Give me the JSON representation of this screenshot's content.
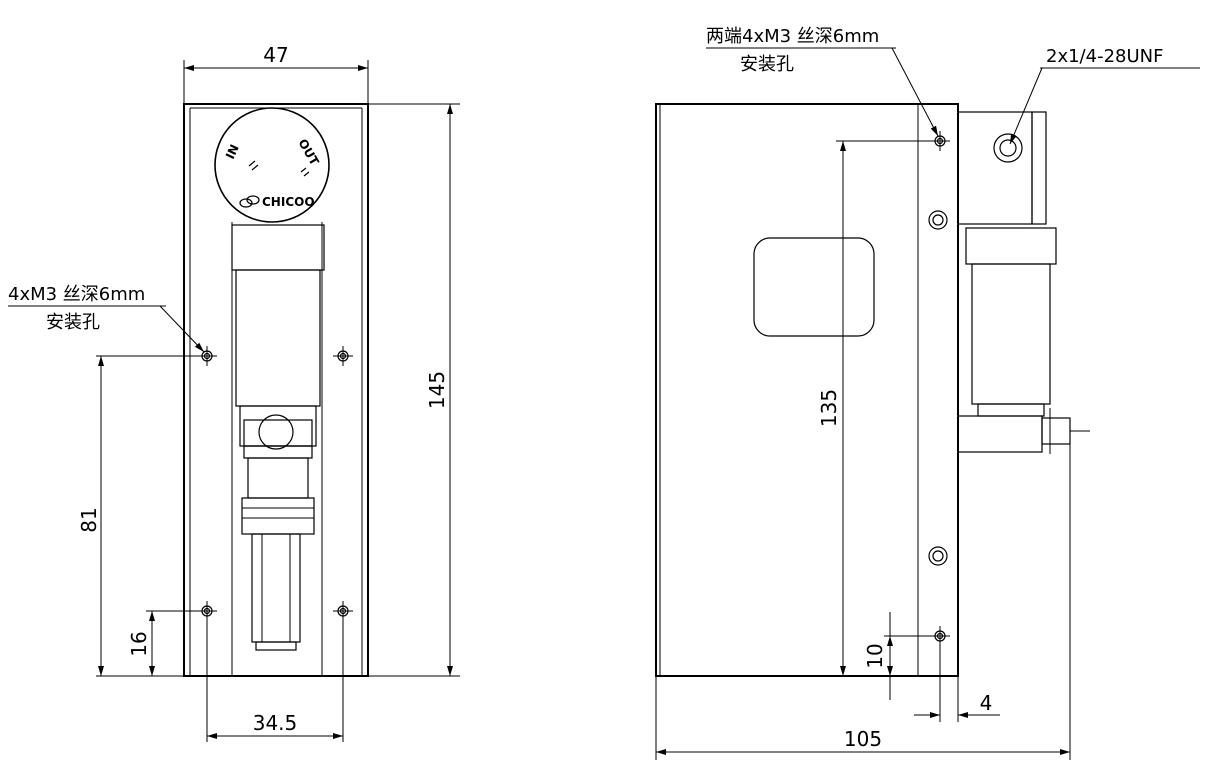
{
  "front_view": {
    "dim_width": "47",
    "dim_height": "145",
    "dim_hole_vertical": "81",
    "dim_bottom_offset": "16",
    "dim_hole_spacing": "34.5",
    "note_line1": "4xM3 丝深6mm",
    "note_line2": "安装孔",
    "gauge_label_in": "IN",
    "gauge_label_out": "OUT",
    "brand": "CHICOO"
  },
  "side_view": {
    "dim_hole_height": "135",
    "dim_depth": "105",
    "dim_bottom_hole": "10",
    "dim_edge": "4",
    "note_line1": "两端4xM3 丝深6mm",
    "note_line2": "安装孔",
    "port_note": "2x1/4-28UNF"
  }
}
